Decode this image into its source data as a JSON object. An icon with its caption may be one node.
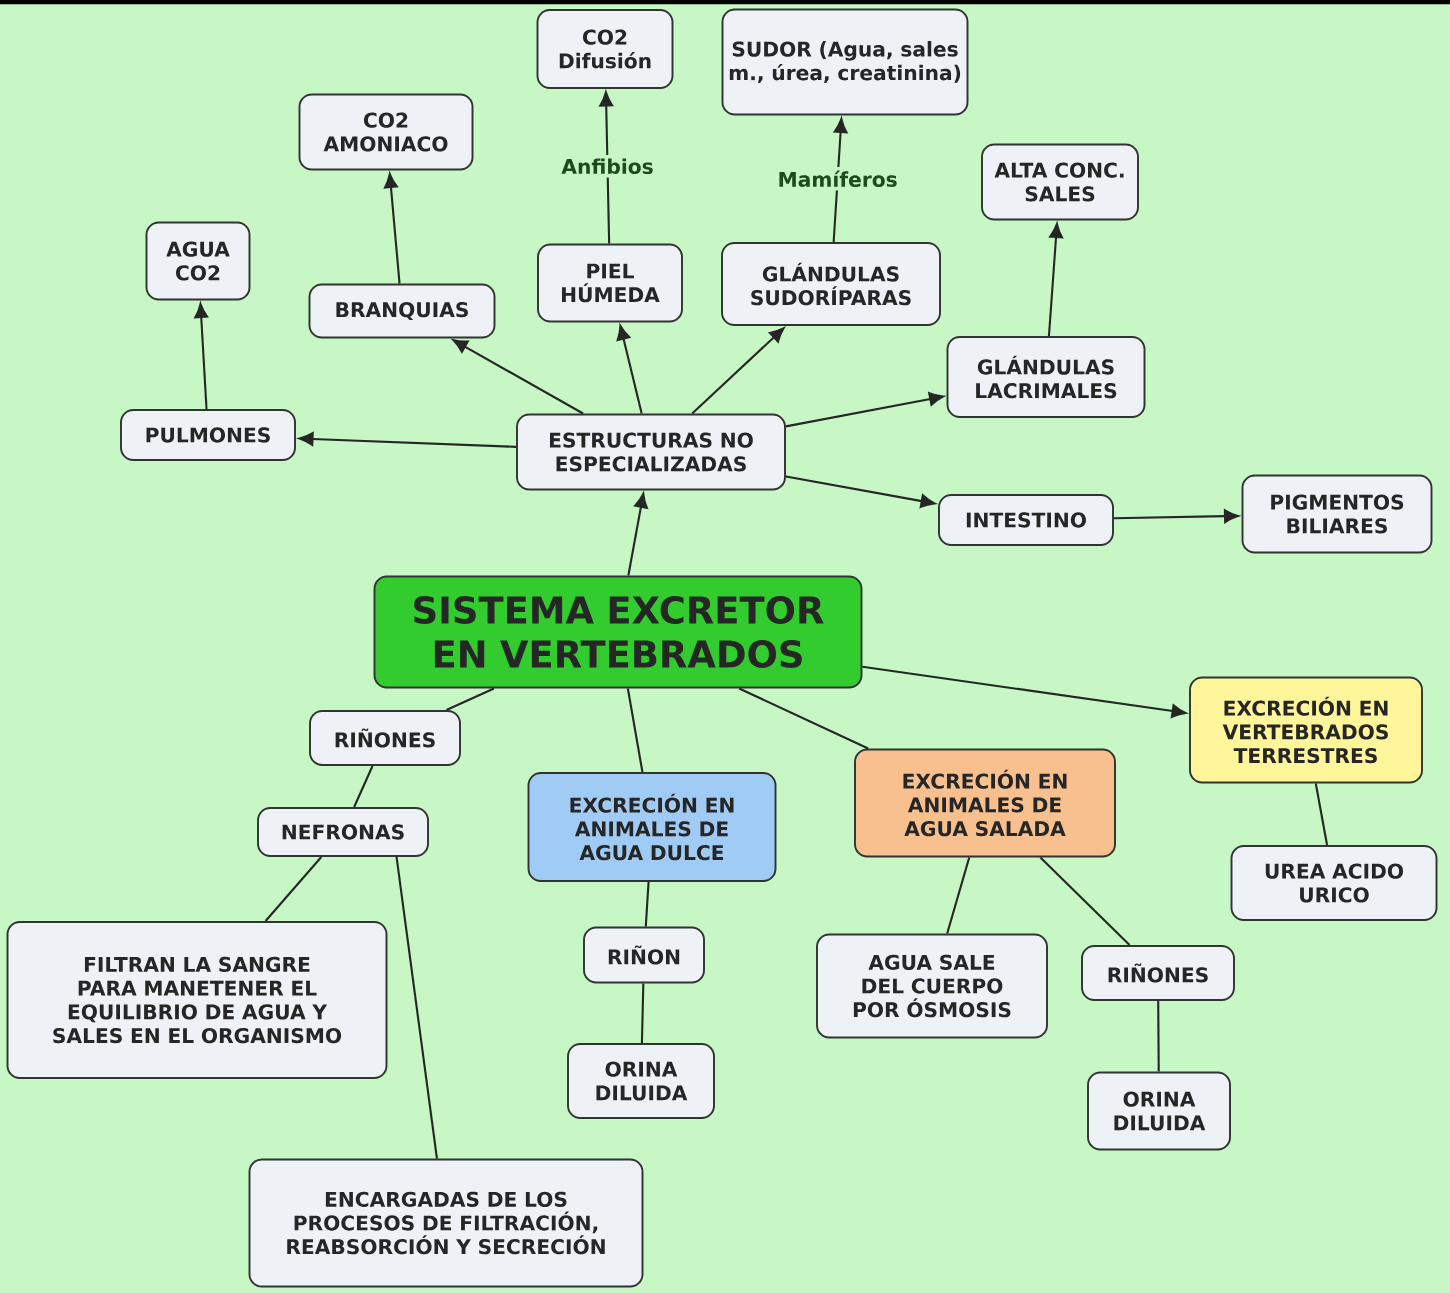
{
  "diagram": {
    "nodes": [
      {
        "text": [
          "SISTEMA EXCRETOR EN VERTEBRADOS"
        ]
      },
      {
        "text": [
          "ESTRUCTURAS NO ESPECIALIZADAS"
        ]
      },
      {
        "text": [
          "PULMONES"
        ]
      },
      {
        "text": [
          "AGUA CO2"
        ]
      },
      {
        "text": [
          "BRANQUIAS"
        ]
      },
      {
        "text": [
          "CO2 AMONIACO"
        ]
      },
      {
        "text": [
          "PIEL HÚMEDA"
        ]
      },
      {
        "text": [
          "CO2 Difusión"
        ]
      },
      {
        "text": [
          "GLÁNDULAS SUDORÍPARAS"
        ]
      },
      {
        "text": [
          "SUDOR (Agua, sales m., úrea, creatinina)"
        ]
      },
      {
        "text": [
          "GLÁNDULAS LACRIMALES"
        ]
      },
      {
        "text": [
          "ALTA CONC. SALES"
        ]
      },
      {
        "text": [
          "INTESTINO"
        ]
      },
      {
        "text": [
          "PIGMENTOS BILIARES"
        ]
      },
      {
        "text": [
          "EXCRECIÓN EN VERTEBRADOS TERRESTRES"
        ]
      },
      {
        "text": [
          "UREA ACIDO URICO"
        ]
      },
      {
        "text": [
          "RIÑONES"
        ]
      },
      {
        "text": [
          "NEFRONAS"
        ]
      },
      {
        "text": [
          "FILTRAN LA SANGRE PARA MANETENER EL EQUILIBRIO DE AGUA Y SALES EN EL ORGANISMO"
        ]
      },
      {
        "text": [
          "ENCARGADAS DE LOS PROCESOS DE FILTRACIÓN, REABSORCIÓN Y SECRECIÓN"
        ]
      },
      {
        "text": [
          "EXCRECIÓN EN ANIMALES DE AGUA DULCE"
        ]
      },
      {
        "text": [
          "RIÑON"
        ]
      },
      {
        "text": [
          "ORINA DILUIDA"
        ]
      },
      {
        "text": [
          "EXCRECIÓN EN ANIMALES DE AGUA SALADA"
        ]
      },
      {
        "text": [
          "AGUA SALE DEL CUERPO POR ÓSMOSIS"
        ]
      },
      {
        "text": [
          "RIÑONES"
        ]
      },
      {
        "text": [
          "ORINA DILUIDA"
        ]
      }
    ],
    "edges": [
      {
        "from": 0,
        "to": 1,
        "arrow": "to"
      },
      {
        "from": 1,
        "to": 2,
        "arrow": "to"
      },
      {
        "from": 1,
        "to": 4,
        "arrow": "to"
      },
      {
        "from": 1,
        "to": 6,
        "arrow": "to"
      },
      {
        "from": 1,
        "to": 8,
        "arrow": "to"
      },
      {
        "from": 1,
        "to": 10,
        "arrow": "to"
      },
      {
        "from": 1,
        "to": 12,
        "arrow": "to"
      },
      {
        "from": 2,
        "to": 3,
        "arrow": "to"
      },
      {
        "from": 4,
        "to": 5,
        "arrow": "to"
      },
      {
        "from": 6,
        "to": 7,
        "arrow": "to",
        "label": "Anfibios"
      },
      {
        "from": 8,
        "to": 9,
        "arrow": "to",
        "label": "Mamíferos"
      },
      {
        "from": 10,
        "to": 11,
        "arrow": "to"
      },
      {
        "from": 12,
        "to": 13,
        "arrow": "to"
      },
      {
        "from": 0,
        "to": 14,
        "arrow": "to"
      },
      {
        "from": 14,
        "to": 15,
        "arrow": "none"
      },
      {
        "from": 0,
        "to": 16,
        "arrow": "none"
      },
      {
        "from": 16,
        "to": 17,
        "arrow": "none"
      },
      {
        "from": 17,
        "to": 18,
        "arrow": "none"
      },
      {
        "from": 17,
        "to": 19,
        "arrow": "none"
      },
      {
        "from": 0,
        "to": 20,
        "arrow": "none"
      },
      {
        "from": 20,
        "to": 21,
        "arrow": "none"
      },
      {
        "from": 21,
        "to": 22,
        "arrow": "none"
      },
      {
        "from": 0,
        "to": 23,
        "arrow": "none"
      },
      {
        "from": 23,
        "to": 24,
        "arrow": "none"
      },
      {
        "from": 23,
        "to": 25,
        "arrow": "none"
      },
      {
        "from": 25,
        "to": 26,
        "arrow": "none"
      }
    ]
  }
}
